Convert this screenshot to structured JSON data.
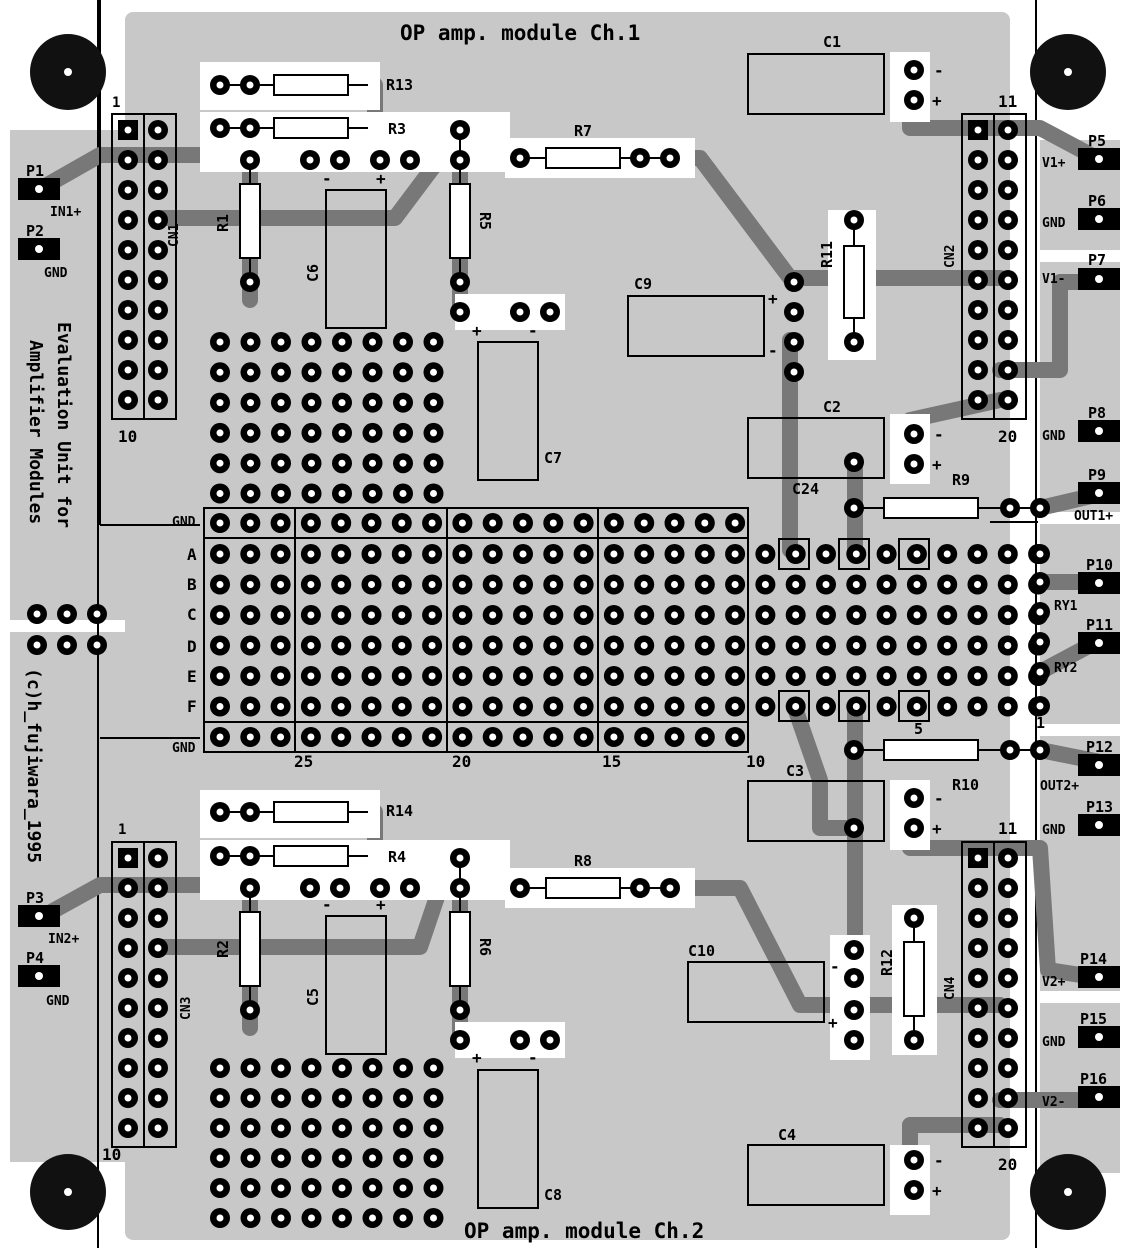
{
  "titles": {
    "ch1": "OP amp. module Ch.1",
    "ch2": "OP amp. module Ch.2",
    "side_line1": "Evaluation Unit for",
    "side_line2": "Amplifier Modules",
    "copyright": "(c)h_fujiwara_1995"
  },
  "colors": {
    "board": "#c8c8c8",
    "trace": "#787878",
    "pad": "#000000",
    "drill": "#ffffff",
    "silk": "#000000"
  },
  "connectors": {
    "cn1": "CN1",
    "cn2": "CN2",
    "cn3": "CN3",
    "cn4": "CN4",
    "pin_1": "1",
    "pin_10": "10",
    "pin_11": "11",
    "pin_20": "20"
  },
  "terminals": {
    "p1": "P1",
    "p2": "P2",
    "p3": "P3",
    "p4": "P4",
    "p5": "P5",
    "p6": "P6",
    "p7": "P7",
    "p8": "P8",
    "p9": "P9",
    "p10": "P10",
    "p11": "P11",
    "p12": "P12",
    "p13": "P13",
    "p14": "P14",
    "p15": "P15",
    "p16": "P16"
  },
  "signals": {
    "in1": "IN1+",
    "in2": "IN2+",
    "gnd": "GND",
    "v1p": "V1+",
    "v1m": "V1-",
    "v2p": "V2+",
    "v2m": "V2-",
    "out1": "OUT1+",
    "out2": "OUT2+",
    "ry1": "RY1",
    "ry2": "RY2"
  },
  "resistors": {
    "r1": "R1",
    "r2": "R2",
    "r3": "R3",
    "r4": "R4",
    "r5": "R5",
    "r6": "R6",
    "r7": "R7",
    "r8": "R8",
    "r9": "R9",
    "r10": "R10",
    "r11": "R11",
    "r12": "R12",
    "r13": "R13",
    "r14": "R14"
  },
  "capacitors": {
    "c1": "C1",
    "c2": "C2",
    "c3": "C3",
    "c4": "C4",
    "c5": "C5",
    "c6": "C6",
    "c7": "C7",
    "c8": "C8",
    "c9": "C9",
    "c10": "C10",
    "c24": "C24",
    "plus": "+",
    "minus": "-"
  },
  "breadboard": {
    "gnd_label": "GND",
    "rows": [
      "A",
      "B",
      "C",
      "D",
      "E",
      "F"
    ],
    "columns": [
      "25",
      "20",
      "15",
      "10",
      "5",
      "1"
    ]
  }
}
